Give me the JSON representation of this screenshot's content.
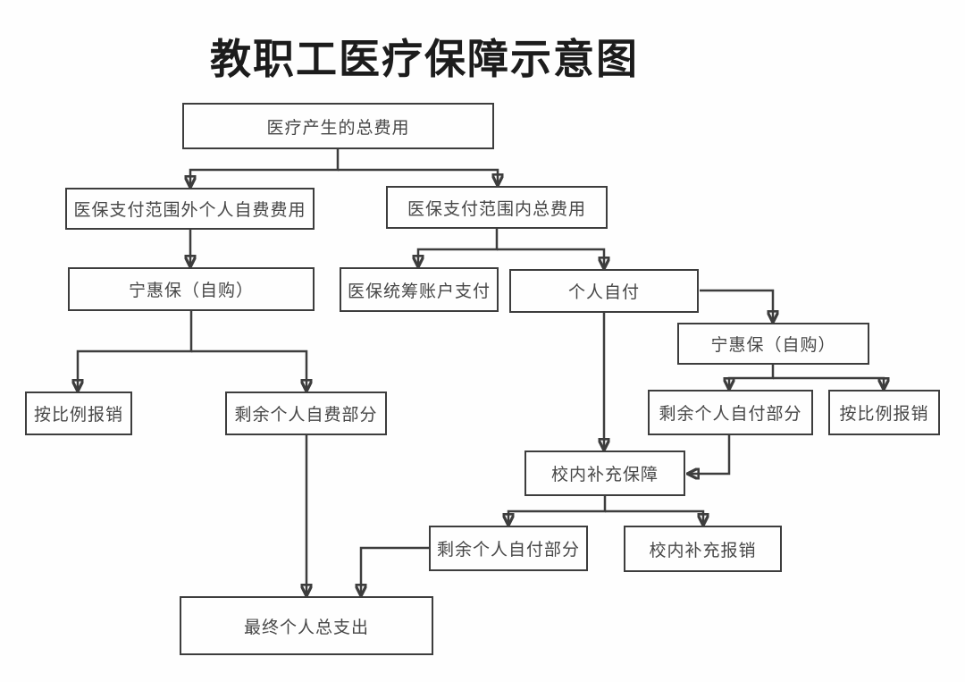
{
  "title": "教职工医疗保障示意图",
  "colors": {
    "background": "#fefefe",
    "line": "#3d3d3d",
    "box_border": "#3d3d3d",
    "box_text": "#474747",
    "title_text": "#1c1c1c"
  },
  "nodes": {
    "total_cost": {
      "label": "医疗产生的总费用"
    },
    "outside_scope": {
      "label": "医保支付范围外个人自费费用"
    },
    "inside_scope": {
      "label": "医保支付范围内总费用"
    },
    "ninghuibao_left": {
      "label": "宁惠保（自购）"
    },
    "pooled_account": {
      "label": "医保统筹账户支付"
    },
    "self_pay": {
      "label": "个人自付"
    },
    "ninghuibao_right": {
      "label": "宁惠保（自购）"
    },
    "proportional_left": {
      "label": "按比例报销"
    },
    "remaining_self_fee": {
      "label": "剩余个人自费部分"
    },
    "remaining_self_pay_right": {
      "label": "剩余个人自付部分"
    },
    "proportional_right": {
      "label": "按比例报销"
    },
    "school_supplement": {
      "label": "校内补充保障"
    },
    "remaining_self_pay_bottom": {
      "label": "剩余个人自付部分"
    },
    "school_reimburse": {
      "label": "校内补充报销"
    },
    "final_total": {
      "label": "最终个人总支出"
    }
  },
  "edges": [
    {
      "from": "total_cost",
      "to": "outside_scope"
    },
    {
      "from": "total_cost",
      "to": "inside_scope"
    },
    {
      "from": "outside_scope",
      "to": "ninghuibao_left"
    },
    {
      "from": "inside_scope",
      "to": "pooled_account"
    },
    {
      "from": "inside_scope",
      "to": "self_pay"
    },
    {
      "from": "self_pay",
      "to": "ninghuibao_right"
    },
    {
      "from": "self_pay",
      "to": "school_supplement"
    },
    {
      "from": "ninghuibao_left",
      "to": "proportional_left"
    },
    {
      "from": "ninghuibao_left",
      "to": "remaining_self_fee"
    },
    {
      "from": "ninghuibao_right",
      "to": "remaining_self_pay_right"
    },
    {
      "from": "ninghuibao_right",
      "to": "proportional_right"
    },
    {
      "from": "remaining_self_pay_right",
      "to": "school_supplement"
    },
    {
      "from": "school_supplement",
      "to": "remaining_self_pay_bottom"
    },
    {
      "from": "school_supplement",
      "to": "school_reimburse"
    },
    {
      "from": "remaining_self_fee",
      "to": "final_total"
    },
    {
      "from": "remaining_self_pay_bottom",
      "to": "final_total"
    }
  ]
}
